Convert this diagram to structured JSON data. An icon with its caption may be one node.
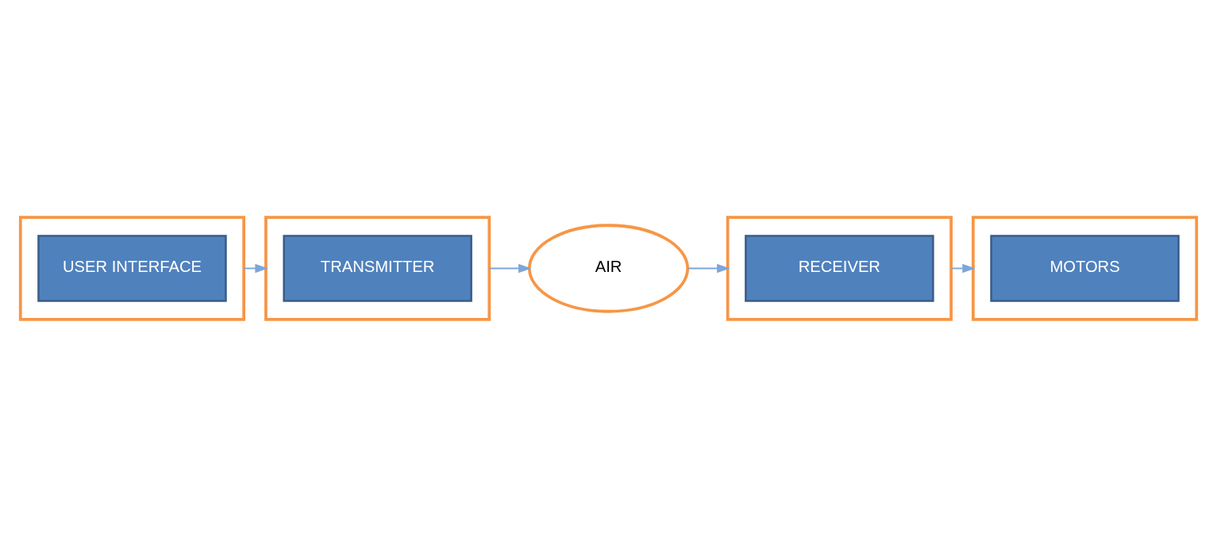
{
  "diagram": {
    "nodes": [
      {
        "text": [],
        "shape": "box"
      },
      {
        "text": [
          "USER INTERFACE"
        ],
        "in": 0
      },
      {
        "text": [],
        "shape": "box"
      },
      {
        "text": [
          "TRANSMITTER"
        ],
        "in": 2
      },
      {
        "text": [
          "AIR"
        ]
      },
      {
        "text": [],
        "shape": "box"
      },
      {
        "text": [
          "RECEIVER"
        ],
        "in": 5
      },
      {
        "text": [],
        "shape": "box"
      },
      {
        "text": [
          "MOTORS"
        ],
        "in": 7
      }
    ],
    "edges": [
      {
        "from": 0,
        "to": 2,
        "arrow": "to"
      },
      {
        "from": 2,
        "to": 4,
        "arrow": "to"
      },
      {
        "from": 4,
        "to": 5,
        "arrow": "to"
      },
      {
        "from": 5,
        "to": 7,
        "arrow": "to"
      }
    ]
  }
}
